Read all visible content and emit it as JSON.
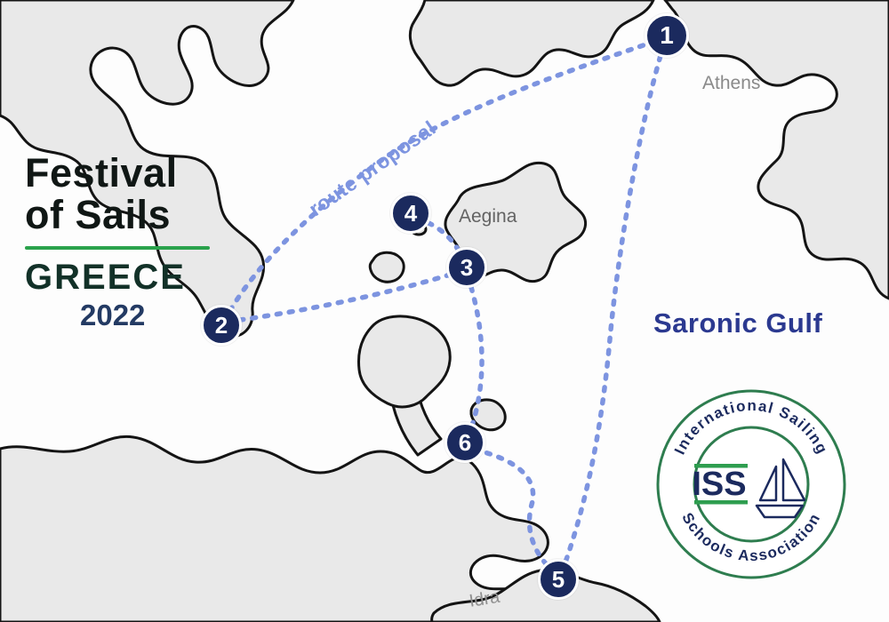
{
  "title_block": {
    "line1": "Festival",
    "line2": "of Sails",
    "country": "GREECE",
    "year": "2022"
  },
  "map_labels": {
    "athens": "Athens",
    "aegina": "Aegina",
    "saronic_gulf": "Saronic Gulf",
    "idra": "Idra",
    "route_proposal": "route proposal"
  },
  "waypoints": [
    {
      "number": "1"
    },
    {
      "number": "2"
    },
    {
      "number": "3"
    },
    {
      "number": "4"
    },
    {
      "number": "5"
    },
    {
      "number": "6"
    }
  ],
  "logo": {
    "arc_top": "International Sailing",
    "arc_bottom": "Schools Association",
    "monogram": "ISS"
  },
  "colors": {
    "sea": "#fdfdfd",
    "land": "#e9e9e9",
    "coast_outline": "#141414",
    "route": "#7d94e0",
    "marker": "#1b2a5e",
    "title_green": "#2aa24c",
    "saronic_text": "#2b3990",
    "logo_green": "#2e7d4f",
    "logo_navy": "#1b2a5e"
  }
}
